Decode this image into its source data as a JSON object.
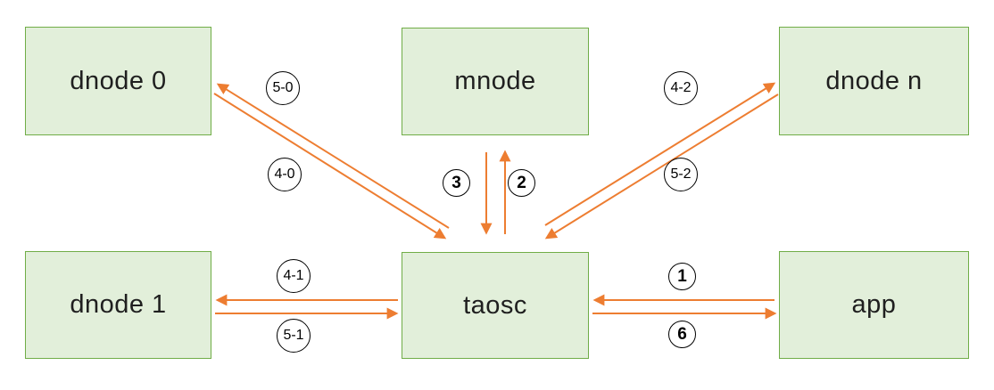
{
  "diagram": {
    "nodes": {
      "dnode0": "dnode 0",
      "mnode": "mnode",
      "dnoden": "dnode n",
      "dnode1": "dnode 1",
      "taosc": "taosc",
      "app": "app"
    },
    "edge_labels": {
      "l50": "5-0",
      "l40": "4-0",
      "l3": "3",
      "l2": "2",
      "l42": "4-2",
      "l52": "5-2",
      "l41": "4-1",
      "l51": "5-1",
      "l1": "1",
      "l6": "6"
    },
    "colors": {
      "node_fill": "#e2efda",
      "node_border": "#70ad47",
      "arrow": "#ed7d31",
      "label_circle": "#000000"
    }
  }
}
